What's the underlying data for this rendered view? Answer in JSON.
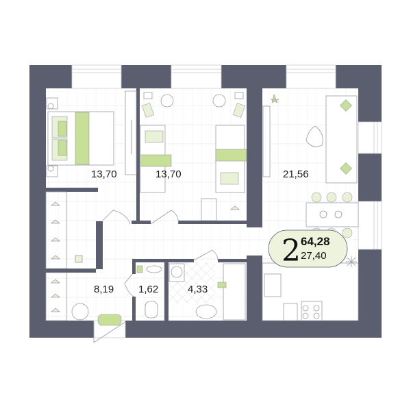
{
  "plan": {
    "rooms_count": "2",
    "total_area": "64,28",
    "living_area": "27,40",
    "rooms": [
      {
        "id": "bedroom-1",
        "area": "13,70"
      },
      {
        "id": "bedroom-2",
        "area": "13,70"
      },
      {
        "id": "living-kitchen",
        "area": "21,56"
      },
      {
        "id": "entry",
        "area": "8,19"
      },
      {
        "id": "toilet",
        "area": "1,62"
      },
      {
        "id": "bathroom",
        "area": "4,33"
      }
    ]
  },
  "colors": {
    "wall": "#5b5e6e",
    "accent": "#c8df98",
    "badge": "#eef3dd"
  }
}
